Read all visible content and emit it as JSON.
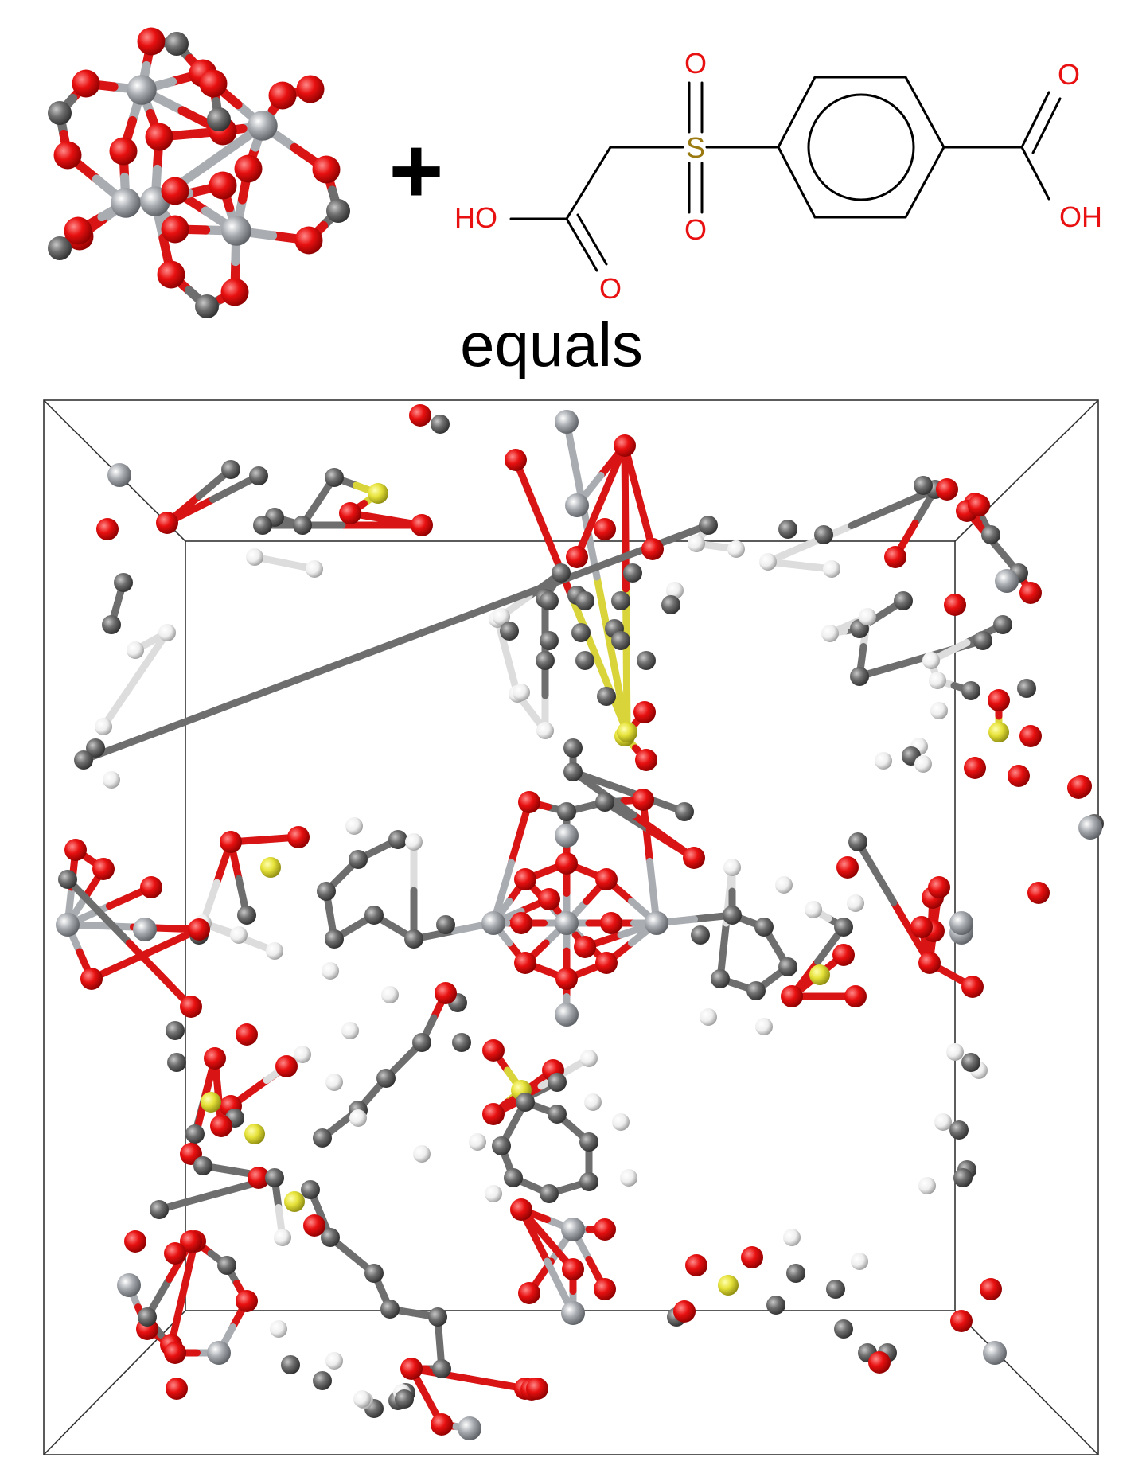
{
  "operators": {
    "plus": "+",
    "result": "equals"
  },
  "molecule": {
    "labels": {
      "o_sulfonyl_top": "O",
      "s": "S",
      "o_sulfonyl_bottom": "O",
      "o_acid_right_top": "O",
      "oh_acid_right": "OH",
      "ho_acid_left": "HO",
      "o_acid_left_bottom": "O"
    }
  },
  "colors": {
    "oxygen": "#e81010",
    "carbon": "#6e6e6e",
    "metal": "#a9adb2",
    "sulfur": "#e6e23a",
    "hydrogen": "#f4f4f4",
    "sulfur_label": "#9a7a10",
    "bond_line": "#000000",
    "cell_line": "#333333"
  },
  "icons": {
    "cluster": "metal-oxo-cluster-icon",
    "framework": "framework-unit-cell-icon"
  }
}
